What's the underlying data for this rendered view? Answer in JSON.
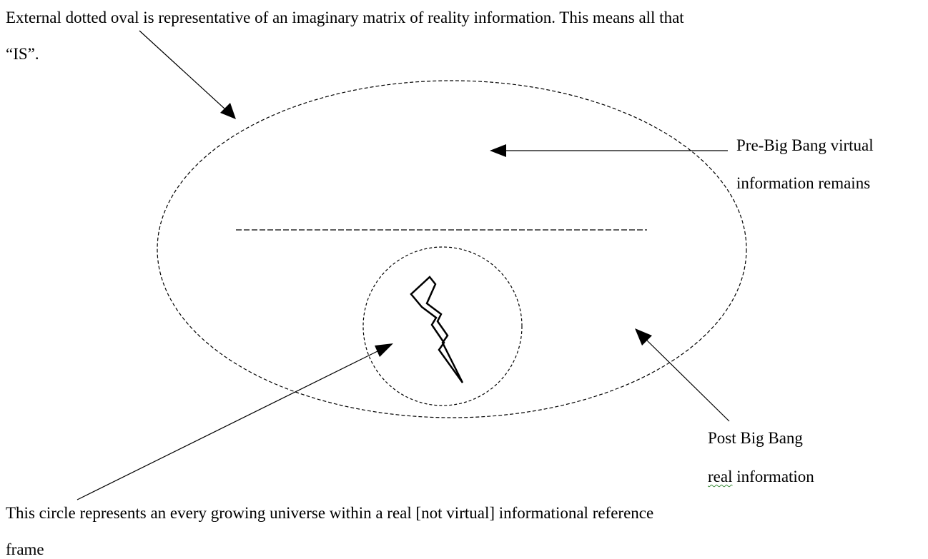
{
  "annotations": {
    "top": {
      "line1": "External dotted oval is representative of an imaginary matrix of reality information. This means all that",
      "line2": "“IS”."
    },
    "pre_big_bang": {
      "line1": "Pre-Big Bang virtual",
      "line2": "information remains"
    },
    "post_big_bang": {
      "line1": "Post Big Bang",
      "line2_word1": "real",
      "line2_rest": " information"
    },
    "bottom": {
      "line1": "This circle represents an every growing universe within a real [not virtual] informational reference",
      "line2": "frame"
    }
  },
  "icons": {
    "center": "lightning-bolt-icon"
  },
  "colors": {
    "ink": "#000000",
    "spellcheck_underline": "#3a8a3a"
  }
}
